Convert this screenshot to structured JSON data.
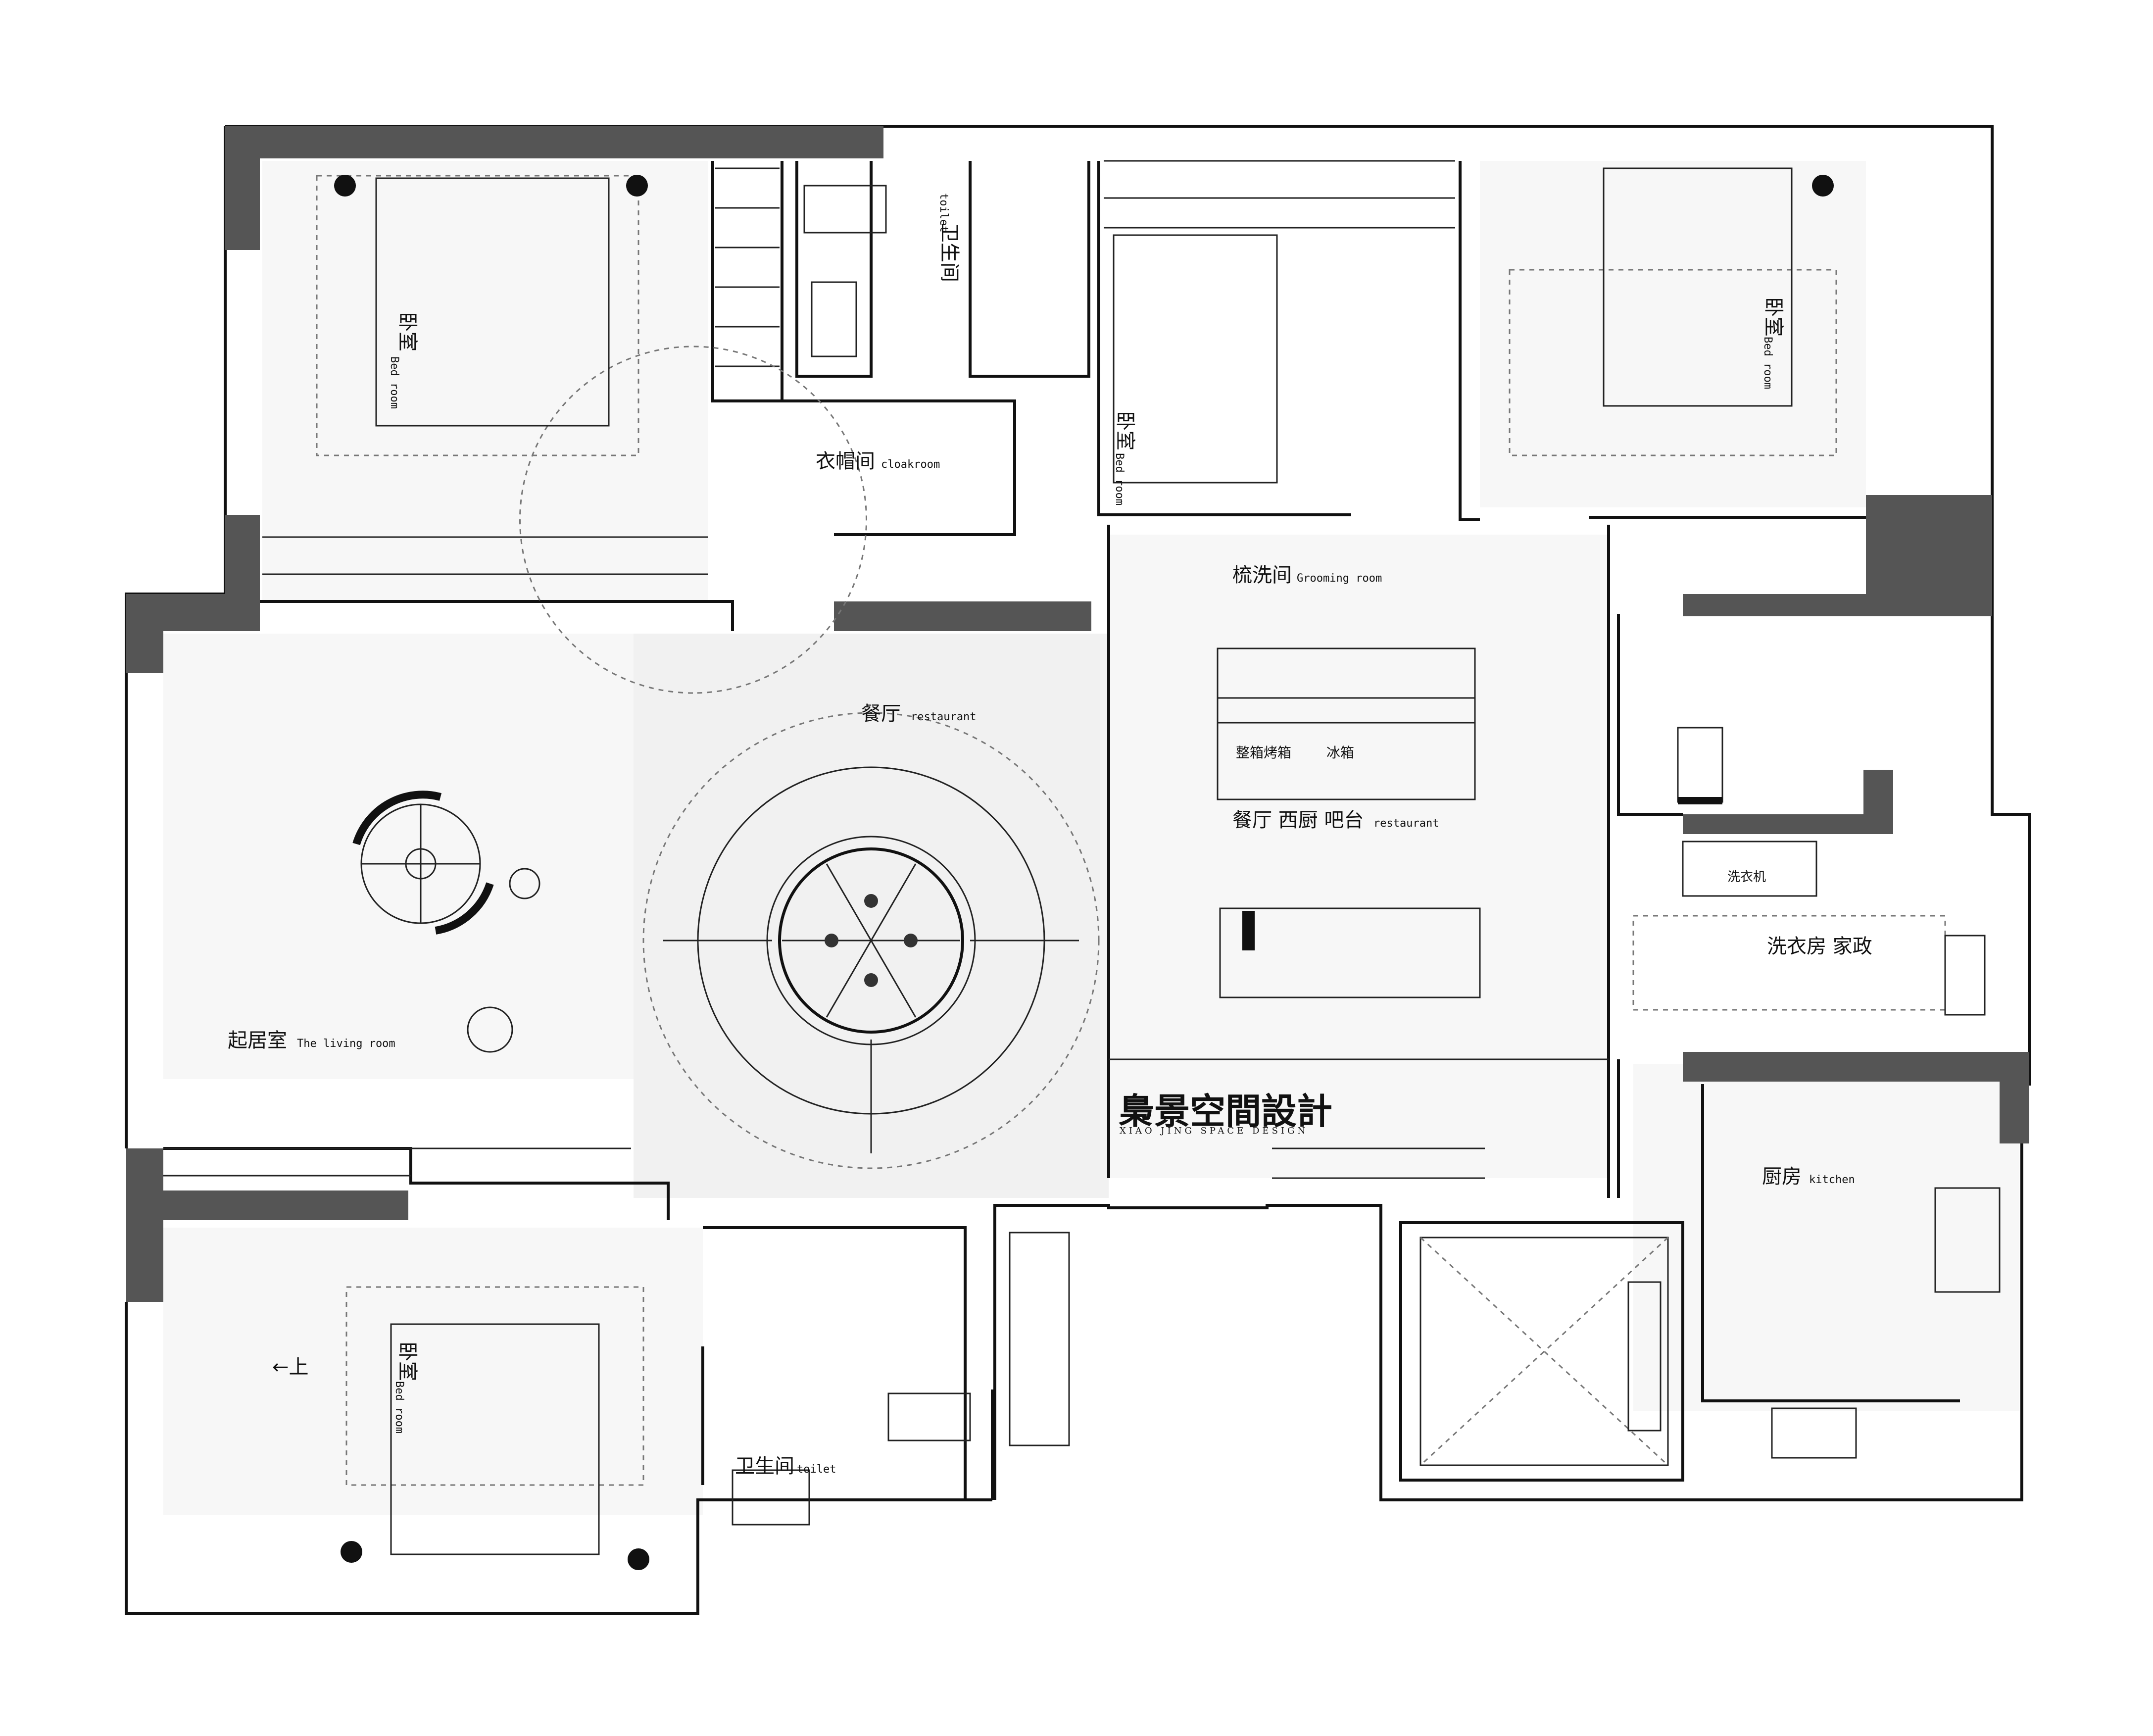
{
  "rooms": {
    "bedroom_nw": {
      "zh": "卧室",
      "en": "Bed room"
    },
    "bedroom_ne1": {
      "zh": "卧室",
      "en": "Bed room"
    },
    "bedroom_ne2": {
      "zh": "卧室",
      "en": "Bed room"
    },
    "bedroom_sw": {
      "zh": "卧室",
      "en": "Bed room"
    },
    "toilet_n": {
      "zh": "卫生间",
      "en": "toilet"
    },
    "toilet_s": {
      "zh": "卫生间",
      "en": "toilet"
    },
    "cloakroom": {
      "zh": "衣帽间",
      "en": "cloakroom"
    },
    "grooming": {
      "zh": "梳洗间",
      "en": "Grooming room"
    },
    "restaurant": {
      "zh": "餐厅",
      "en": "restaurant"
    },
    "living": {
      "zh": "起居室",
      "en": "The living room"
    },
    "bar": {
      "zh": "餐厅 西厨 吧台",
      "en": "restaurant"
    },
    "oven": {
      "zh": "整箱烤箱"
    },
    "fridge": {
      "zh": "冰箱"
    },
    "washer": {
      "zh": "洗衣机"
    },
    "laundry": {
      "zh": "洗衣房 家政"
    },
    "kitchen": {
      "zh": "厨房",
      "en": "kitchen"
    },
    "stairs": {
      "zh": "←上"
    }
  },
  "brand": {
    "name": "梟景空間設計",
    "sub": "XIAO JING SPACE DESIGN"
  }
}
